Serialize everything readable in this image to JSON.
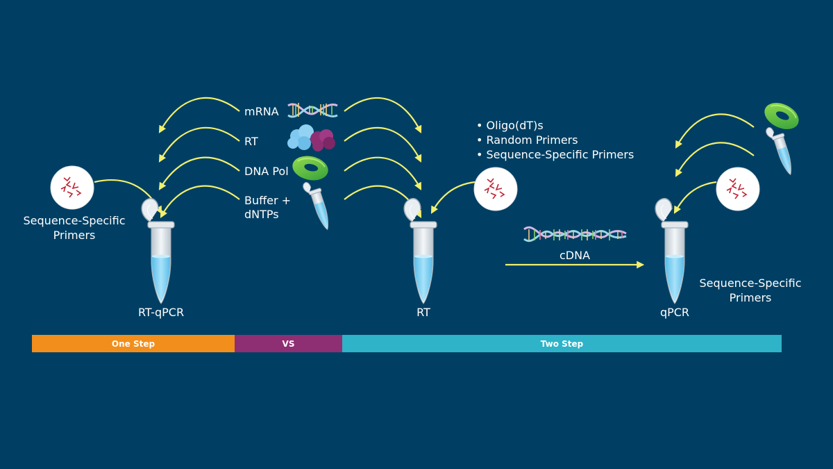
{
  "one_step": {
    "components": [
      "mRNA",
      "RT",
      "DNA Pol",
      "Buffer +",
      "dNTPs"
    ],
    "primers_label_line1": "Sequence-Specific",
    "primers_label_line2": "Primers",
    "tube_label": "RT-qPCR"
  },
  "two_step": {
    "rt_primer_options": [
      "• Oligo(dT)s",
      "• Random Primers",
      "• Sequence-Specific Primers"
    ],
    "rt_tube_label": "RT",
    "product_label": "cDNA",
    "qpcr_tube_label": "qPCR",
    "qpcr_primers_line1": "Sequence-Specific",
    "qpcr_primers_line2": "Primers"
  },
  "footer_bar": {
    "one_step_label": "One Step",
    "vs_label": "VS",
    "two_step_label": "Two Step",
    "colors": {
      "one_step": "#F28E1C",
      "vs": "#8E2F73",
      "two_step": "#2EB3C8"
    }
  },
  "colors": {
    "background": "#003F63",
    "arrow": "#F2F06E",
    "primer_mark": "#C0202F",
    "tube_liquid": "#7FD2F5",
    "enzyme_green": "#5DC23A",
    "rt_blob_blue": "#7FC9F0",
    "rt_blob_purple": "#8E2F73"
  },
  "icons": [
    "mrna-strand-icon",
    "rt-enzyme-icon",
    "dna-pol-icon",
    "buffer-tube-icon",
    "primer-circle-icon",
    "tube-icon",
    "cdna-helix-icon"
  ]
}
